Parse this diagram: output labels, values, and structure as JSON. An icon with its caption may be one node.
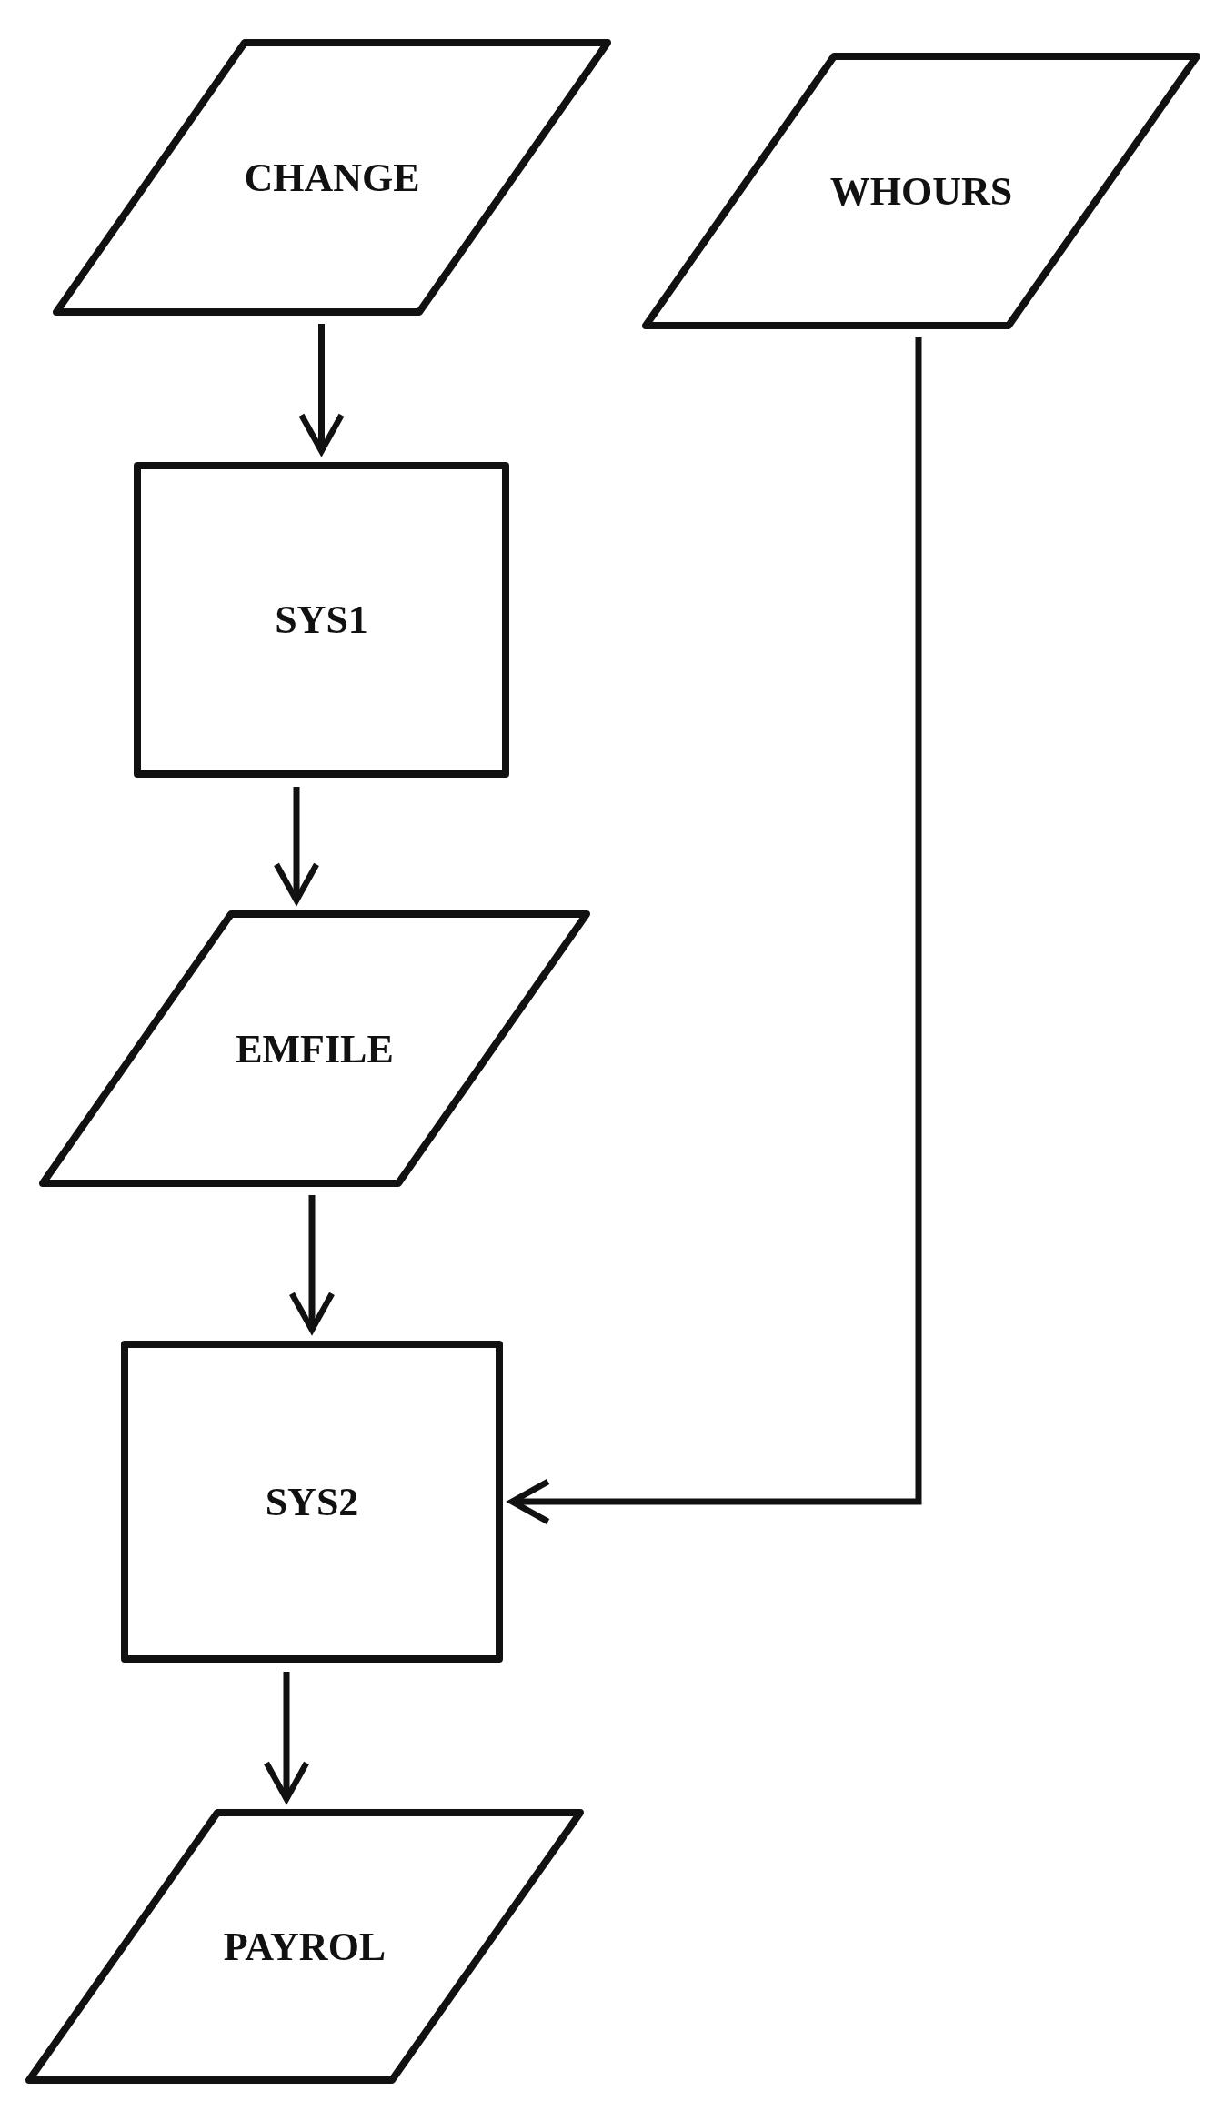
{
  "diagram": {
    "nodes": [
      {
        "text": [
          "CHANGE"
        ]
      },
      {
        "text": [
          "WHOURS"
        ]
      },
      {
        "text": [
          "SYS1"
        ]
      },
      {
        "text": [
          "EMFILE"
        ]
      },
      {
        "text": [
          "SYS2"
        ]
      },
      {
        "text": [
          "PAYROL"
        ]
      }
    ],
    "edges": [
      {
        "from": 0,
        "to": 2,
        "arrow": "to"
      },
      {
        "from": 2,
        "to": 3,
        "arrow": "to"
      },
      {
        "from": 3,
        "to": 4,
        "arrow": "to"
      },
      {
        "from": 1,
        "to": 4,
        "arrow": "to"
      },
      {
        "from": 4,
        "to": 5,
        "arrow": "to"
      }
    ]
  }
}
